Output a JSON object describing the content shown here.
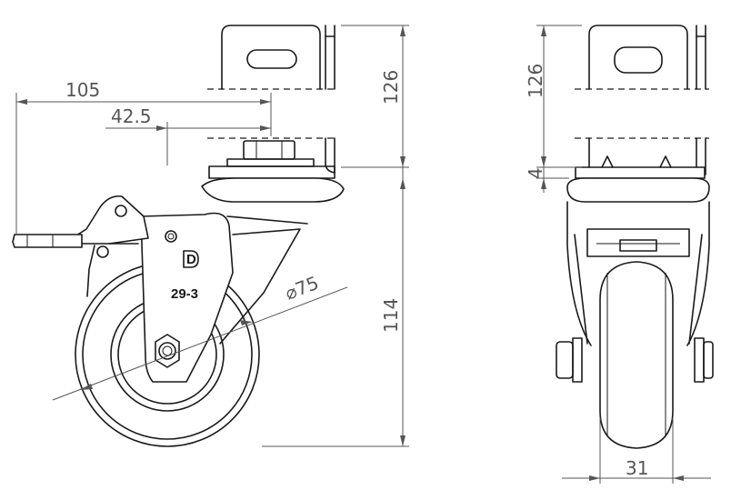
{
  "dimensions": {
    "side_overall_width": "105",
    "side_axle_offset": "42.5",
    "side_bracket_height": "126",
    "side_body_height": "114",
    "wheel_diameter": "⌀75",
    "front_bracket_height": "126",
    "front_plate_thickness": "4",
    "front_wheel_width": "31"
  },
  "markings": {
    "logo_letter": "D",
    "model_code": "29-3"
  }
}
